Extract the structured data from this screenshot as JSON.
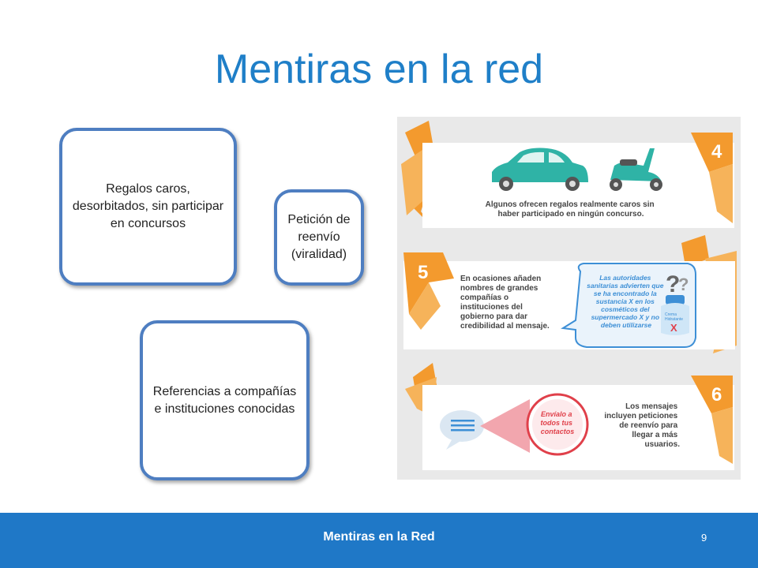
{
  "slide": {
    "title": "Mentiras en la red",
    "boxes": [
      "Regalos caros, desorbitados, sin participar en concursos",
      "Petición de reenvío (viralidad)",
      "Referencias a compañías e instituciones conocidas"
    ]
  },
  "infographic": {
    "items": [
      {
        "number": "4",
        "text_lines": [
          "Algunos ofrecen regalos realmente caros sin",
          "haber participado en ningún concurso."
        ]
      },
      {
        "number": "5",
        "text_lines": [
          "En ocasiones añaden",
          "nombres de grandes",
          "compañías o",
          "instituciones del",
          "gobierno para dar",
          "credibilidad al mensaje."
        ],
        "bubble_lines": [
          "Las autoridades",
          "sanitarias advierten que",
          "se ha encontrado la",
          "sustancia X en los",
          "cosméticos del",
          "supermercado X y no",
          "deben utilizarse"
        ],
        "bottle_label": [
          "Crema",
          "Hidratante"
        ],
        "bottle_mark": "X"
      },
      {
        "number": "6",
        "text_lines": [
          "Los mensajes",
          "incluyen peticiones",
          "de reenvío para",
          "llegar a más",
          "usuarios."
        ],
        "circle_lines": [
          "Envíalo a",
          "todos tus",
          "contactos"
        ]
      }
    ],
    "colors": {
      "orange": "#f39a2e",
      "teal": "#2fb3a6",
      "red": "#e0404a",
      "blue": "#3d8fd6"
    }
  },
  "footer": {
    "text": "Mentiras en la Red",
    "page_number": "9"
  }
}
